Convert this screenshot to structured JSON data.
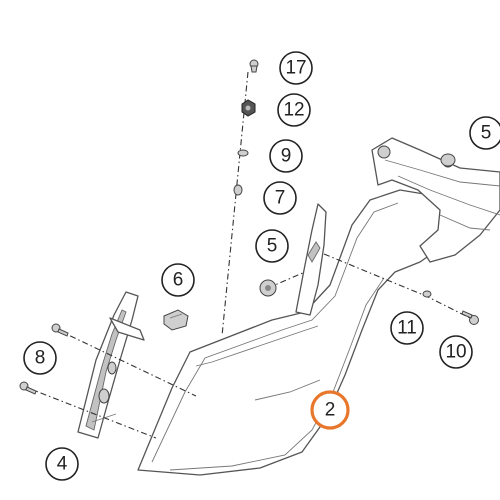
{
  "callouts": [
    {
      "id": "c17",
      "label": "17"
    },
    {
      "id": "c12",
      "label": "12"
    },
    {
      "id": "c9",
      "label": "9"
    },
    {
      "id": "c7",
      "label": "7"
    },
    {
      "id": "c5a",
      "label": "5"
    },
    {
      "id": "c6",
      "label": "6"
    },
    {
      "id": "c5b",
      "label": "5"
    },
    {
      "id": "c8",
      "label": "8"
    },
    {
      "id": "c11",
      "label": "11"
    },
    {
      "id": "c10",
      "label": "10"
    },
    {
      "id": "c4",
      "label": "4"
    },
    {
      "id": "c2",
      "label": "2",
      "highlighted": true
    }
  ],
  "colors": {
    "highlight": "#e8762b",
    "line": "#333333"
  }
}
